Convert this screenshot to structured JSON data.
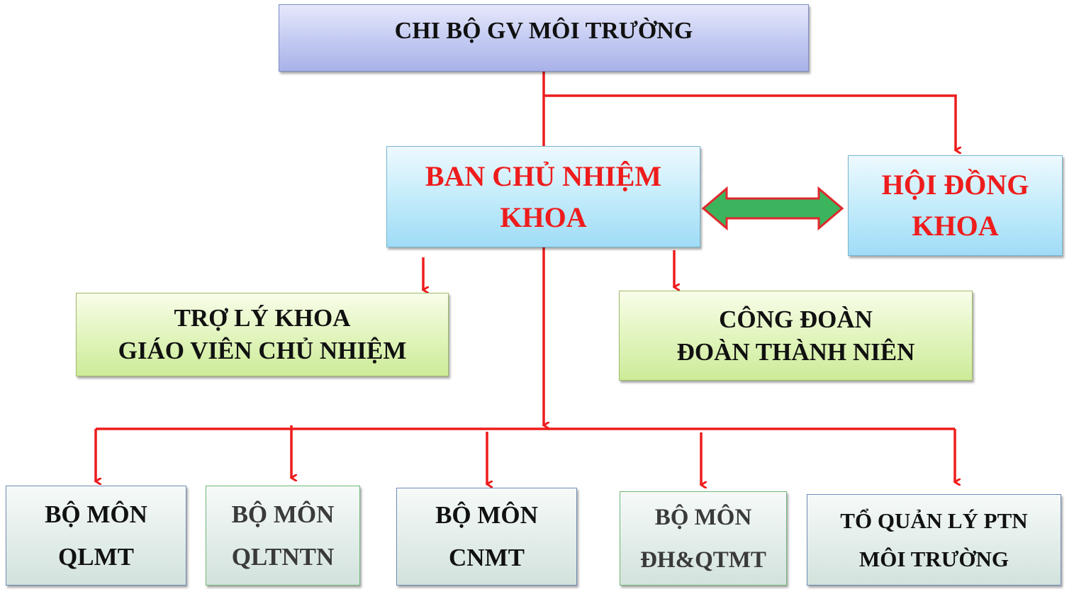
{
  "diagram": {
    "top": {
      "label": "CHI BỘ GV MÔI TRƯỜNG"
    },
    "ban_chu_nhiem": {
      "line1": "BAN CHỦ NHIỆM",
      "line2": "KHOA"
    },
    "hoi_dong": {
      "line1": "HỘI ĐỒNG",
      "line2": "KHOA"
    },
    "tro_ly": {
      "line1": "TRỢ LÝ KHOA",
      "line2": "GIÁO VIÊN CHỦ NHIỆM"
    },
    "cong_doan": {
      "line1": "CÔNG ĐOÀN",
      "line2": "ĐOÀN THÀNH NIÊN"
    },
    "departments": [
      {
        "line1": "BỘ MÔN",
        "line2": "QLMT"
      },
      {
        "line1": "BỘ MÔN",
        "line2": "QLTNTN"
      },
      {
        "line1": "BỘ MÔN",
        "line2": "CNMT"
      },
      {
        "line1": "BỘ MÔN",
        "line2": "ĐH&QTMT"
      },
      {
        "line1": "TỔ QUẢN LÝ PTN",
        "line2": "MÔI TRƯỜNG"
      }
    ],
    "colors": {
      "connector": "#ee1c1c",
      "double_arrow_fill": "#3cb45e",
      "double_arrow_stroke": "#e0282c",
      "red_text": "#ee1c1c"
    }
  }
}
